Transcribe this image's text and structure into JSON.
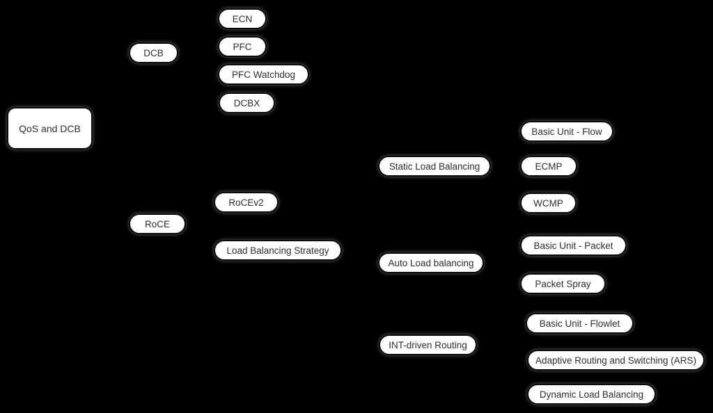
{
  "diagram": {
    "colors": {
      "background": "#000000",
      "node_fill": "#ffffff",
      "node_border": "#0a0a0a",
      "node_text": "#2e2e2e"
    },
    "tree": {
      "label": "QoS and DCB",
      "children": [
        {
          "label": "DCB",
          "children": [
            {
              "label": "ECN"
            },
            {
              "label": "PFC"
            },
            {
              "label": "PFC Watchdog"
            },
            {
              "label": "DCBX"
            }
          ]
        },
        {
          "label": "RoCE",
          "children": [
            {
              "label": "RoCEv2"
            },
            {
              "label": "Load Balancing Strategy",
              "children": [
                {
                  "label": "Static Load Balancing",
                  "children": [
                    {
                      "label": "Basic Unit - Flow"
                    },
                    {
                      "label": "ECMP"
                    },
                    {
                      "label": "WCMP"
                    }
                  ]
                },
                {
                  "label": "Auto Load balancing",
                  "children": [
                    {
                      "label": "Basic Unit - Packet"
                    },
                    {
                      "label": "Packet Spray"
                    }
                  ]
                },
                {
                  "label": "INT-driven Routing",
                  "children": [
                    {
                      "label": "Basic Unit - Flowlet"
                    },
                    {
                      "label": "Adaptive Routing and Switching (ARS)"
                    },
                    {
                      "label": "Dynamic Load Balancing"
                    }
                  ]
                }
              ]
            }
          ]
        }
      ]
    }
  }
}
